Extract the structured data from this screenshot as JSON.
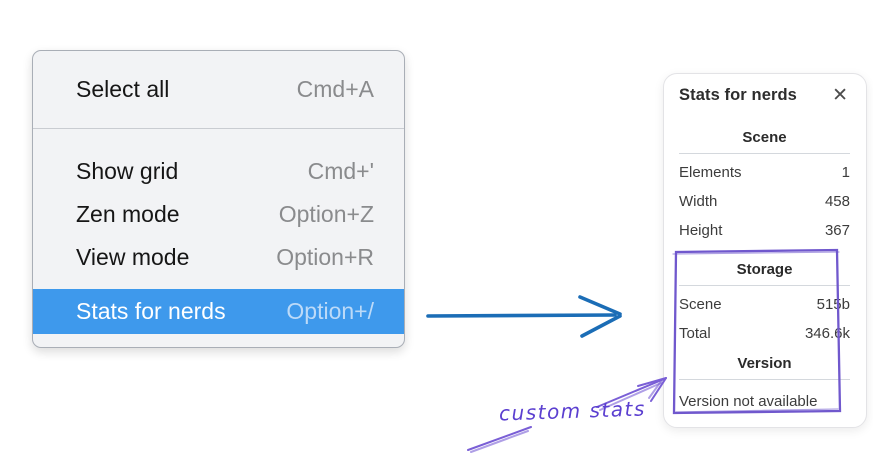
{
  "menu": {
    "items": [
      {
        "label": "Select all",
        "shortcut": "Cmd+A"
      },
      {
        "label": "Show grid",
        "shortcut": "Cmd+'"
      },
      {
        "label": "Zen mode",
        "shortcut": "Option+Z"
      },
      {
        "label": "View mode",
        "shortcut": "Option+R"
      },
      {
        "label": "Stats for nerds",
        "shortcut": "Option+/"
      }
    ],
    "selected_item": "Stats for nerds"
  },
  "stats_panel": {
    "title": "Stats for nerds",
    "icons": {
      "close": "✕"
    },
    "scene_section": {
      "heading": "Scene",
      "rows": [
        {
          "label": "Elements",
          "value": "1"
        },
        {
          "label": "Width",
          "value": "458"
        },
        {
          "label": "Height",
          "value": "367"
        }
      ]
    },
    "storage_section": {
      "heading": "Storage",
      "rows": [
        {
          "label": "Scene",
          "value": "515b"
        },
        {
          "label": "Total",
          "value": "346.6k"
        }
      ]
    },
    "version_section": {
      "heading": "Version",
      "note": "Version not available"
    }
  },
  "annotation": {
    "label": "custom stats"
  },
  "colors": {
    "menu_highlight": "#3e99ec",
    "arrow_blue": "#1b6db6",
    "annotation_purple": "#6a4fd0",
    "highlight_box_purple": "#7058cd"
  }
}
